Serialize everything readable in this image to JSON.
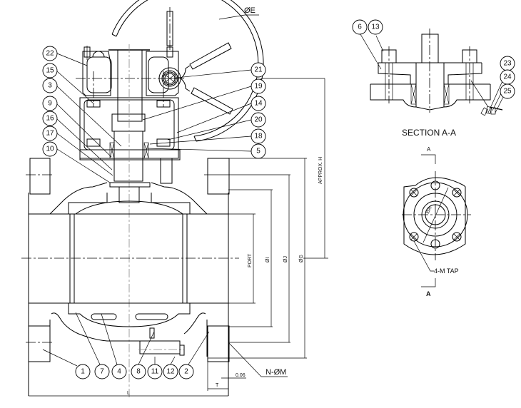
{
  "drawing": {
    "labels": {
      "handwheel_diameter": "ØE",
      "approx_height": "APPROX. H",
      "port": "PORT",
      "dia_i": "ØI",
      "dia_j": "ØJ",
      "dia_g": "ØG",
      "flange_holes": "N-ØM",
      "raised_face": "0.06",
      "thickness": "T",
      "length": "L",
      "section_title": "SECTION A-A",
      "section_mark_top": "A",
      "section_mark_bottom": "A",
      "bore_dia": "ØA",
      "tap_note": "4-M TAP"
    },
    "callouts_left": [
      "22",
      "15",
      "3",
      "9",
      "16",
      "17",
      "10"
    ],
    "callouts_right": [
      "21",
      "19",
      "14",
      "20",
      "18",
      "5"
    ],
    "callouts_bottom": [
      "1",
      "7",
      "4",
      "8",
      "11",
      "12",
      "2"
    ],
    "callouts_section": [
      "6",
      "13"
    ],
    "callouts_section_right": [
      "23",
      "24",
      "25"
    ]
  }
}
